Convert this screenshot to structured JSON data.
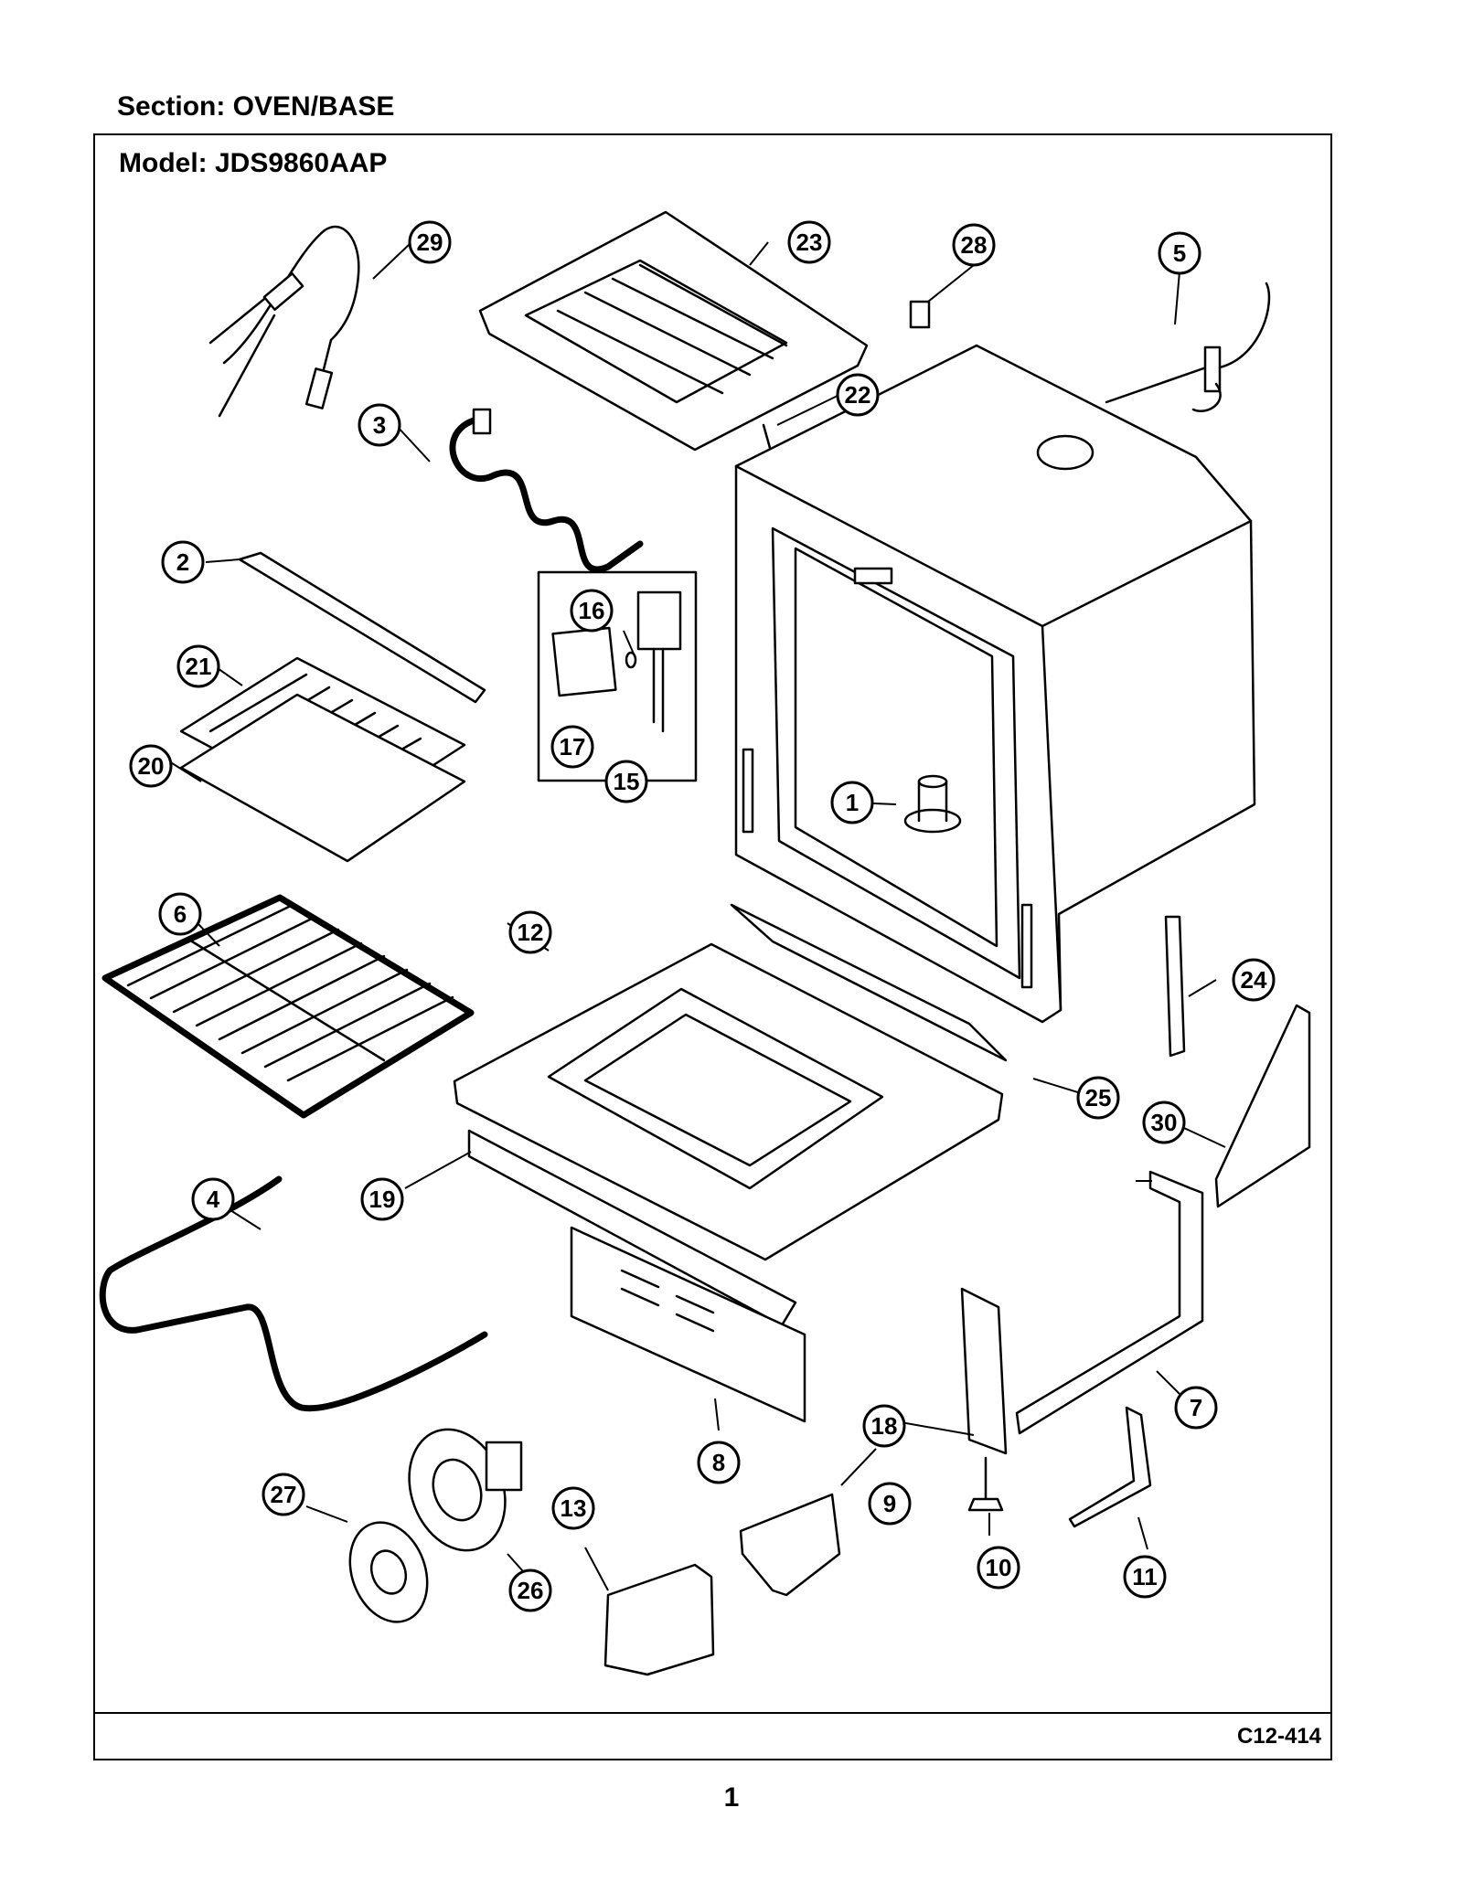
{
  "header": {
    "section": "Section:  OVEN/BASE",
    "model": "Model:  JDS9860AAP"
  },
  "footer": {
    "code": "C12-414",
    "page": "1"
  },
  "callouts": [
    "1",
    "2",
    "3",
    "4",
    "5",
    "6",
    "7",
    "8",
    "9",
    "10",
    "11",
    "12",
    "13",
    "15",
    "16",
    "17",
    "18",
    "19",
    "20",
    "21",
    "22",
    "23",
    "24",
    "25",
    "26",
    "27",
    "28",
    "29",
    "30"
  ]
}
